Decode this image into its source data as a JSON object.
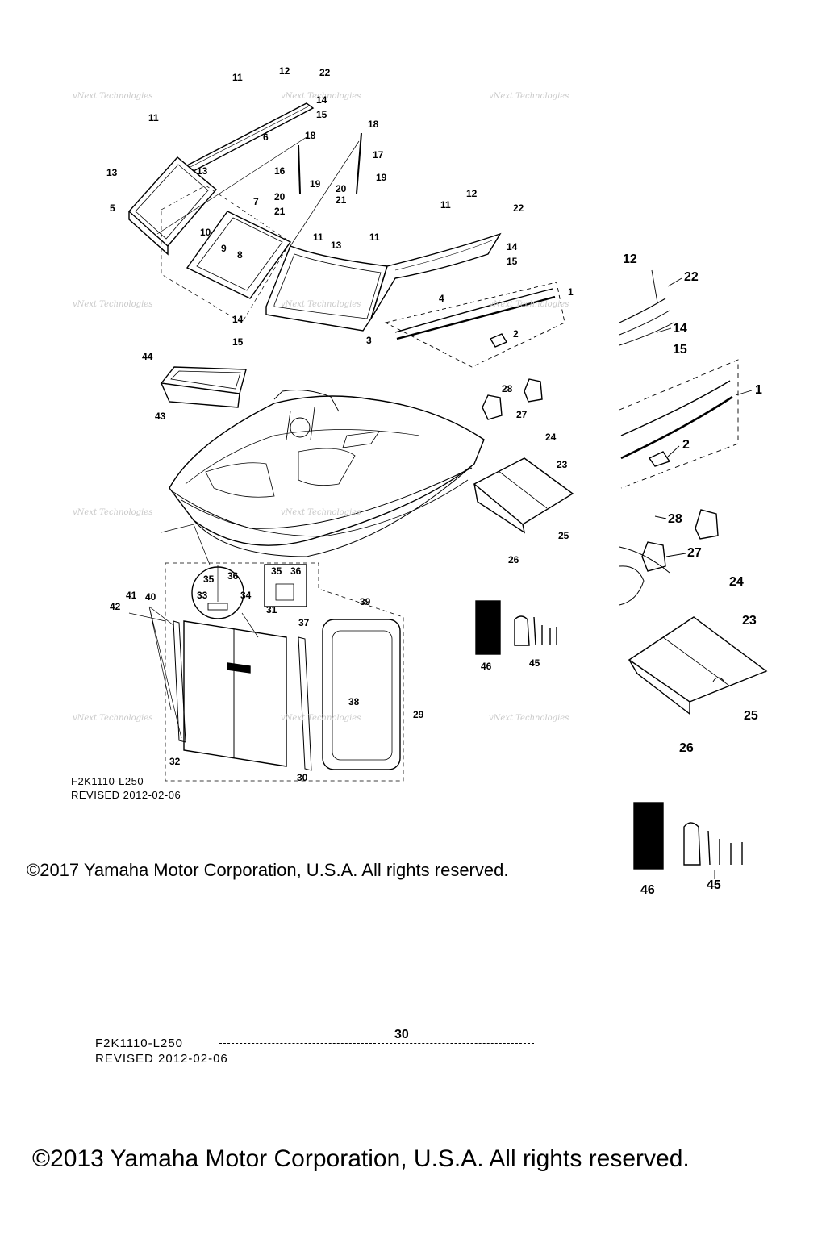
{
  "diagram": {
    "watermark": "vNext Technologies",
    "callouts": [
      "1",
      "2",
      "3",
      "4",
      "5",
      "6",
      "7",
      "8",
      "9",
      "10",
      "11",
      "12",
      "13",
      "14",
      "15",
      "16",
      "17",
      "18",
      "19",
      "20",
      "21",
      "22",
      "23",
      "24",
      "25",
      "26",
      "27",
      "28",
      "29",
      "30",
      "31",
      "32",
      "33",
      "34",
      "35",
      "36",
      "37",
      "38",
      "39",
      "40",
      "41",
      "42",
      "43",
      "44",
      "45",
      "46"
    ],
    "zoom_callouts": [
      "12",
      "22",
      "14",
      "15",
      "1",
      "2",
      "28",
      "27",
      "24",
      "23",
      "25",
      "26",
      "46",
      "45"
    ]
  },
  "footer_small": {
    "drawing_code": "F2K1110-L250",
    "revised": "REVISED 2012-02-06",
    "copyright": "©2017 Yamaha Motor Corporation, U.S.A. All rights reserved."
  },
  "footer_large": {
    "drawing_code": "F2K1110-L250",
    "revised": "REVISED 2012-02-06",
    "callout": "30",
    "copyright": "©2013 Yamaha Motor Corporation, U.S.A. All rights reserved."
  }
}
